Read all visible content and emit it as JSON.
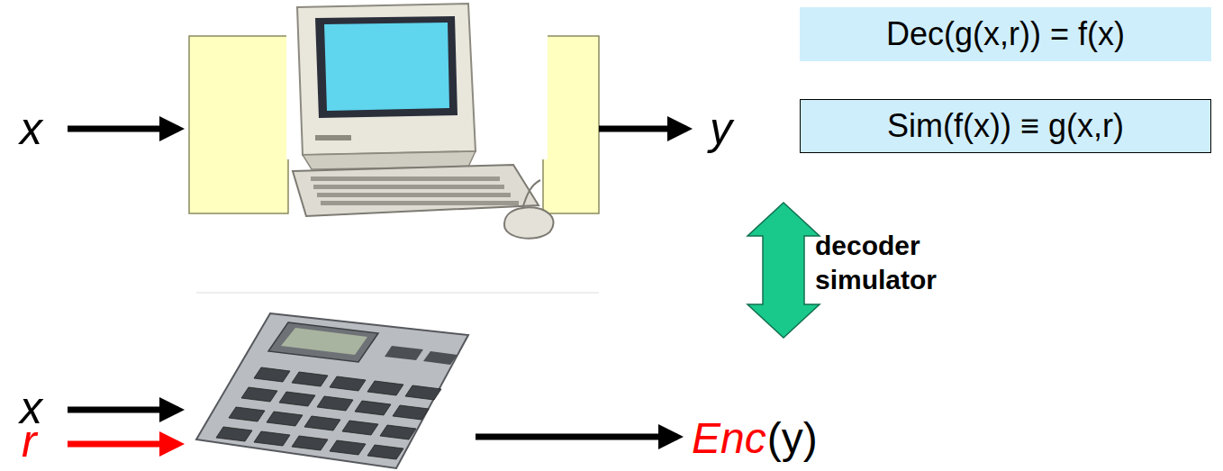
{
  "diagram": {
    "nodes": [
      {
        "text": [
          "Dec(g(x,r)) = f(x)"
        ]
      },
      {
        "text": [
          "Sim(f(x)) ≡ g(x,r)"
        ]
      }
    ],
    "labels": [
      "x",
      "y",
      "decoder",
      "simulator",
      "x",
      "r",
      "Enc",
      "(y)"
    ]
  }
}
